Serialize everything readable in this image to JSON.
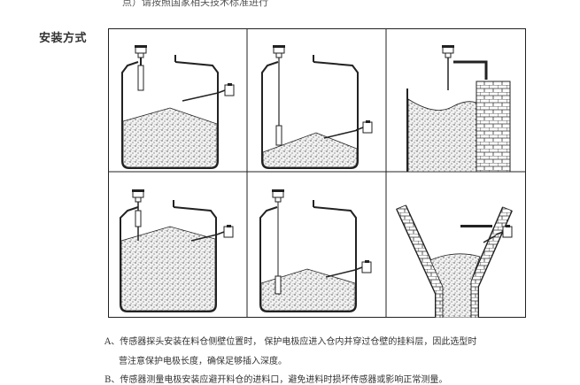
{
  "top_line": "点）请按照国家相关技术标准进行",
  "section_title": "安装方式",
  "figure": {
    "panels": [
      {
        "id": "top-mount-short-probe"
      },
      {
        "id": "top-mount-long-probe"
      },
      {
        "id": "top-mount-beside-wall"
      },
      {
        "id": "top-mount-in-heap"
      },
      {
        "id": "top-mount-rod-to-bottom"
      },
      {
        "id": "hopper-side-mount"
      }
    ]
  },
  "notes": [
    "A、传感器探头安装在料仓侧壁位置时， 保护电极应进入仓内并穿过仓壁的挂料层，因此选型时",
    "营注意保护电极长度，确保足够插入深度。",
    "B、传感器测量电极安装应避开料仓的进料口，避免进料时损坏传感器或影响正常测量。"
  ]
}
